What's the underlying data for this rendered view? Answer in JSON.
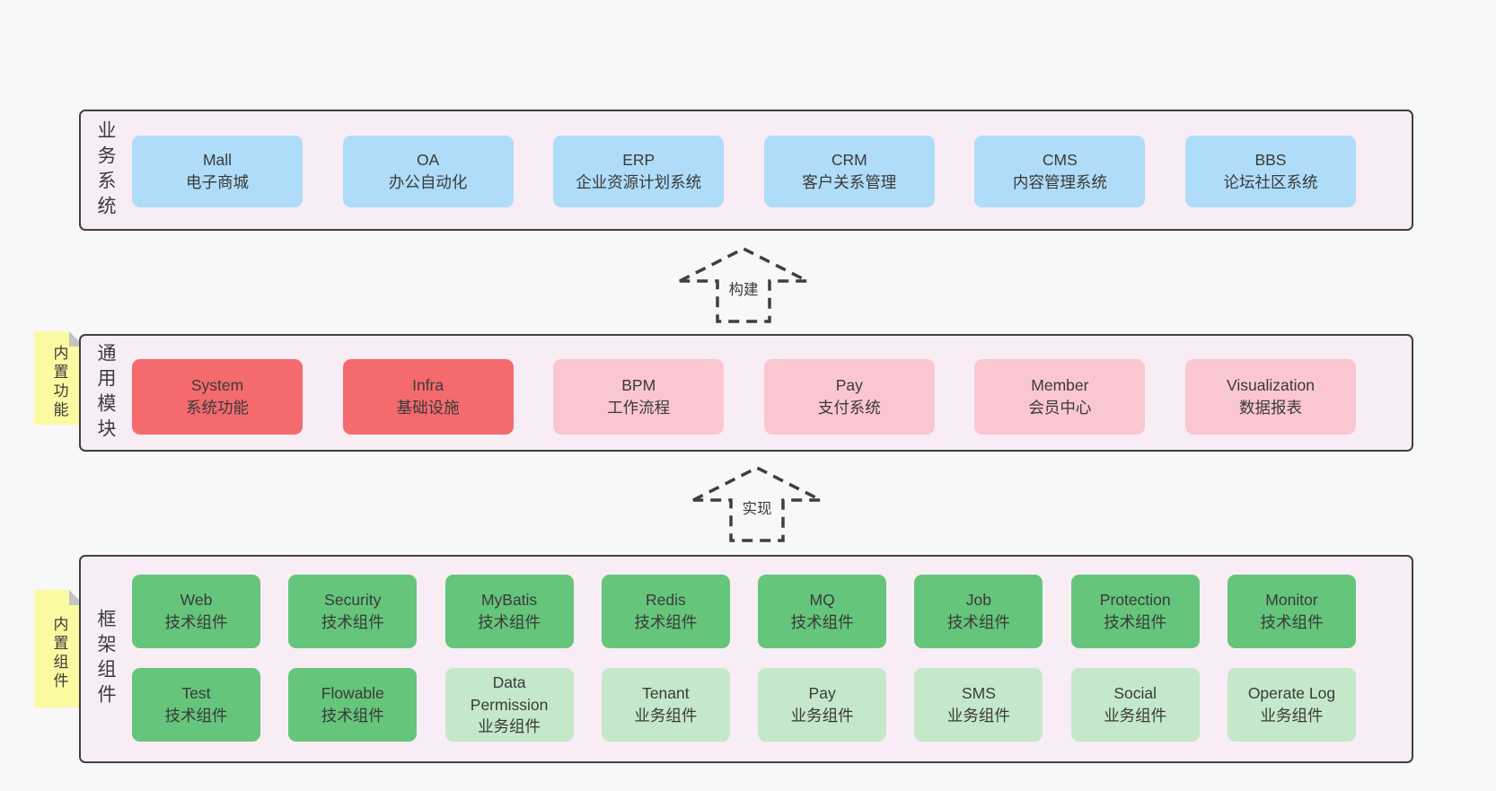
{
  "palette": {
    "page_background": "#f8f8f8",
    "layer_background": "#f8edf5",
    "layer_border": "#3f3f3f",
    "blue_box": "#afdcf8",
    "red_box": "#f56a6d",
    "pink_box": "#fac7d1",
    "green_dark_box": "#65c57b",
    "green_light_box": "#c4e8c9",
    "sticky_note": "#fafaa1",
    "note_fold": "#c4c4c4",
    "text": "#3d3d3d"
  },
  "arrows": [
    {
      "label": "构建"
    },
    {
      "label": "实现"
    }
  ],
  "layers": [
    {
      "id": "business-systems",
      "label": "业务系统",
      "boxes": [
        {
          "name": "Mall",
          "desc": "电子商城"
        },
        {
          "name": "OA",
          "desc": "办公自动化"
        },
        {
          "name": "ERP",
          "desc": "企业资源计划系统"
        },
        {
          "name": "CRM",
          "desc": "客户关系管理"
        },
        {
          "name": "CMS",
          "desc": "内容管理系统"
        },
        {
          "name": "BBS",
          "desc": "论坛社区系统"
        }
      ]
    },
    {
      "id": "common-modules",
      "label": "通用模块",
      "note": "内置功能",
      "boxes": [
        {
          "name": "System",
          "desc": "系统功能"
        },
        {
          "name": "Infra",
          "desc": "基础设施"
        },
        {
          "name": "BPM",
          "desc": "工作流程"
        },
        {
          "name": "Pay",
          "desc": "支付系统"
        },
        {
          "name": "Member",
          "desc": "会员中心"
        },
        {
          "name": "Visualization",
          "desc": "数据报表"
        }
      ]
    },
    {
      "id": "framework-components",
      "label": "框架组件",
      "note": "内置组件",
      "rows": [
        [
          {
            "name": "Web",
            "desc": "技术组件"
          },
          {
            "name": "Security",
            "desc": "技术组件"
          },
          {
            "name": "MyBatis",
            "desc": "技术组件"
          },
          {
            "name": "Redis",
            "desc": "技术组件"
          },
          {
            "name": "MQ",
            "desc": "技术组件"
          },
          {
            "name": "Job",
            "desc": "技术组件"
          },
          {
            "name": "Protection",
            "desc": "技术组件"
          },
          {
            "name": "Monitor",
            "desc": "技术组件"
          }
        ],
        [
          {
            "name": "Test",
            "desc": "技术组件"
          },
          {
            "name": "Flowable",
            "desc": "技术组件"
          },
          {
            "name": "Data Permission",
            "desc": "业务组件"
          },
          {
            "name": "Tenant",
            "desc": "业务组件"
          },
          {
            "name": "Pay",
            "desc": "业务组件"
          },
          {
            "name": "SMS",
            "desc": "业务组件"
          },
          {
            "name": "Social",
            "desc": "业务组件"
          },
          {
            "name": "Operate Log",
            "desc": "业务组件"
          }
        ]
      ]
    }
  ]
}
